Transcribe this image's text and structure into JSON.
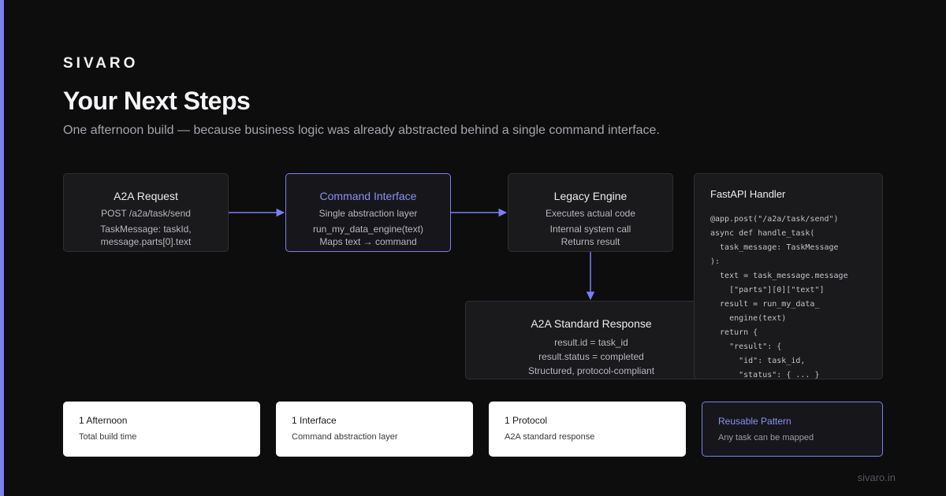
{
  "brand": "SIVARO",
  "title": "Your Next Steps",
  "subtitle": "One afternoon build — because business logic was already abstracted behind a single command interface.",
  "nodes": {
    "request": {
      "title": "A2A Request",
      "lines": [
        "POST /a2a/task/send",
        "TaskMessage: taskId,",
        "message.parts[0].text"
      ]
    },
    "command": {
      "title": "Command Interface",
      "lines": [
        "Single abstraction layer",
        "run_my_data_engine(text)",
        "Maps text → command"
      ]
    },
    "legacy": {
      "title": "Legacy Engine",
      "lines": [
        "Executes actual code",
        "Internal system call",
        "Returns result"
      ]
    },
    "response": {
      "title": "A2A Standard Response",
      "lines": [
        "result.id = task_id",
        "result.status = completed",
        "Structured, protocol-compliant"
      ]
    }
  },
  "code": {
    "title": "FastAPI Handler",
    "lines": [
      "@app.post(\"/a2a/task/send\")",
      "async def handle_task(",
      "  task_message: TaskMessage",
      "):",
      "  text = task_message.message",
      "    [\"parts\"][0][\"text\"]",
      "  result = run_my_data_",
      "    engine(text)",
      "  return {",
      "    \"result\": {",
      "      \"id\": task_id,",
      "      \"status\": { ... }"
    ]
  },
  "stats": [
    {
      "title": "1 Afternoon",
      "desc": "Total build time"
    },
    {
      "title": "1 Interface",
      "desc": "Command abstraction layer"
    },
    {
      "title": "1 Protocol",
      "desc": "A2A standard response"
    },
    {
      "title": "Reusable Pattern",
      "desc": "Any task can be mapped"
    }
  ],
  "footer": "sivaro.in",
  "colors": {
    "accent": "#7b7ff0",
    "background": "#0d0d0e",
    "card": "#1a1a1c"
  }
}
